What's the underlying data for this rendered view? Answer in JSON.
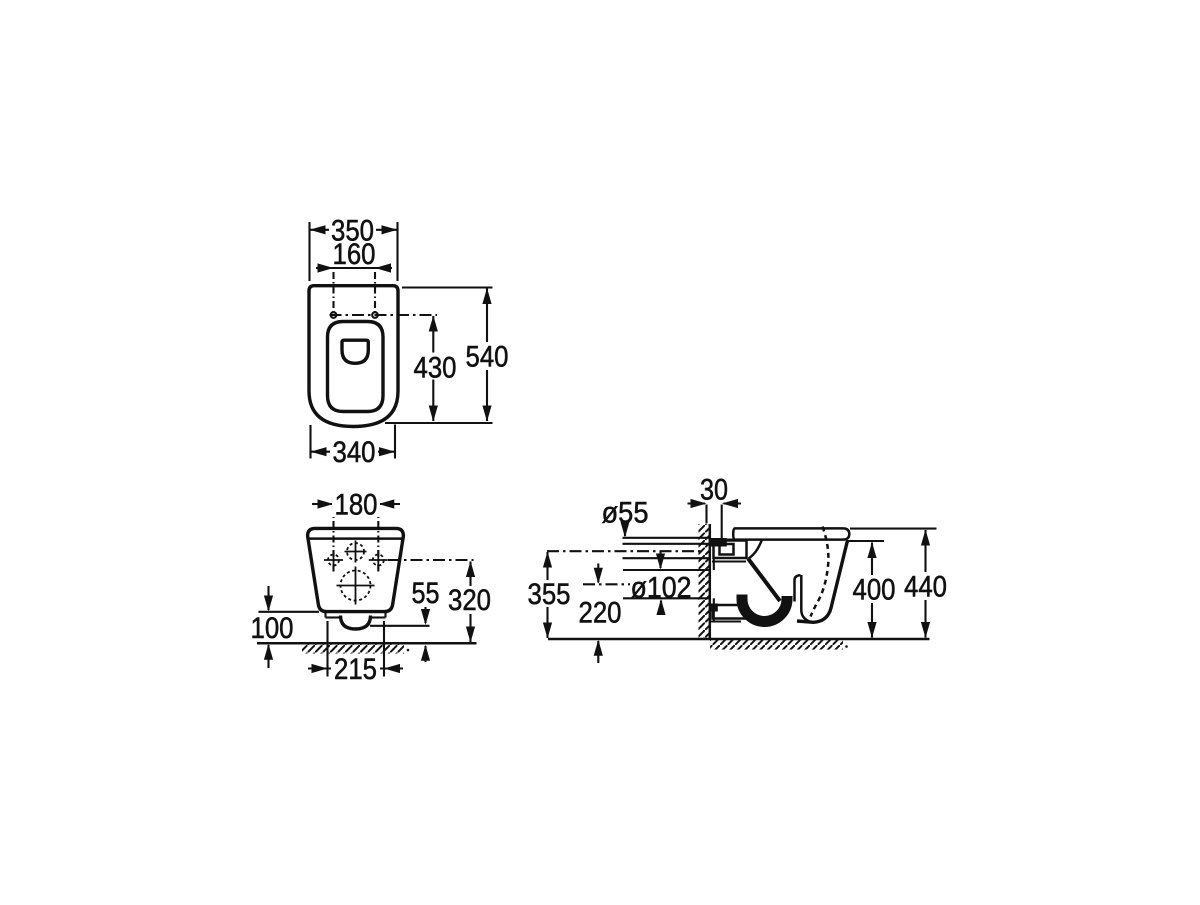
{
  "page": {
    "background": "#ffffff",
    "line_color": "#111111"
  },
  "views": {
    "top": {
      "dims": {
        "overall_width": "350",
        "inlet_spacing": "160",
        "bowl_depth": "430",
        "overall_depth": "540",
        "base_width": "340"
      }
    },
    "front": {
      "dims": {
        "fixing_spacing": "180",
        "drain_to_floor": "55",
        "fixing_height": "320",
        "bottom_clearance": "100",
        "drain_width": "215"
      }
    },
    "side": {
      "dims": {
        "wall_gap": "30",
        "inlet_diameter": "ø55",
        "outlet_diameter": "ø102",
        "inlet_axis_height": "355",
        "outlet_axis_height": "220",
        "rim_height": "400",
        "top_height": "440"
      }
    }
  }
}
